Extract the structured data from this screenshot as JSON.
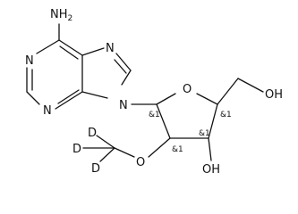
{
  "molecule": {
    "atoms": {
      "amine": "NH",
      "amine_sub": "2",
      "n1": "N",
      "n3": "N",
      "n7": "N",
      "n9": "N",
      "ring_o": "O",
      "ether_o": "O",
      "hydroxyl_3": "OH",
      "hydroxyl_5": "OH",
      "d1": "D",
      "d2": "D",
      "d3": "D"
    },
    "stereo_labels": {
      "c1": "&1",
      "c2": "&1",
      "c3": "&1",
      "c4": "&1"
    }
  }
}
